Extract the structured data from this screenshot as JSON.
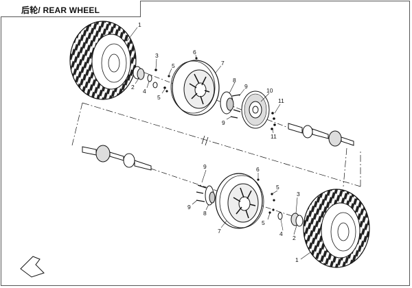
{
  "title": "后轮/ REAR WHEEL",
  "callouts": {
    "c1a": "1",
    "c2a": "2",
    "c3a": "3",
    "c4a": "4",
    "c5a": "5",
    "c5b": "5",
    "c6a": "6",
    "c7a": "7",
    "c8a": "8",
    "c9a": "9",
    "c9b": "9",
    "c10a": "10",
    "c11a": "11",
    "c11b": "11",
    "c1b": "1",
    "c2b": "2",
    "c3b": "3",
    "c4b": "4",
    "c5c": "5",
    "c5d": "5",
    "c6b": "6",
    "c7b": "7",
    "c8b": "8",
    "c9c": "9",
    "c9d": "9"
  },
  "colors": {
    "line": "#1a1a1a",
    "frame": "#555555",
    "fill": "#ffffff",
    "shade": "#d9d9d9"
  }
}
